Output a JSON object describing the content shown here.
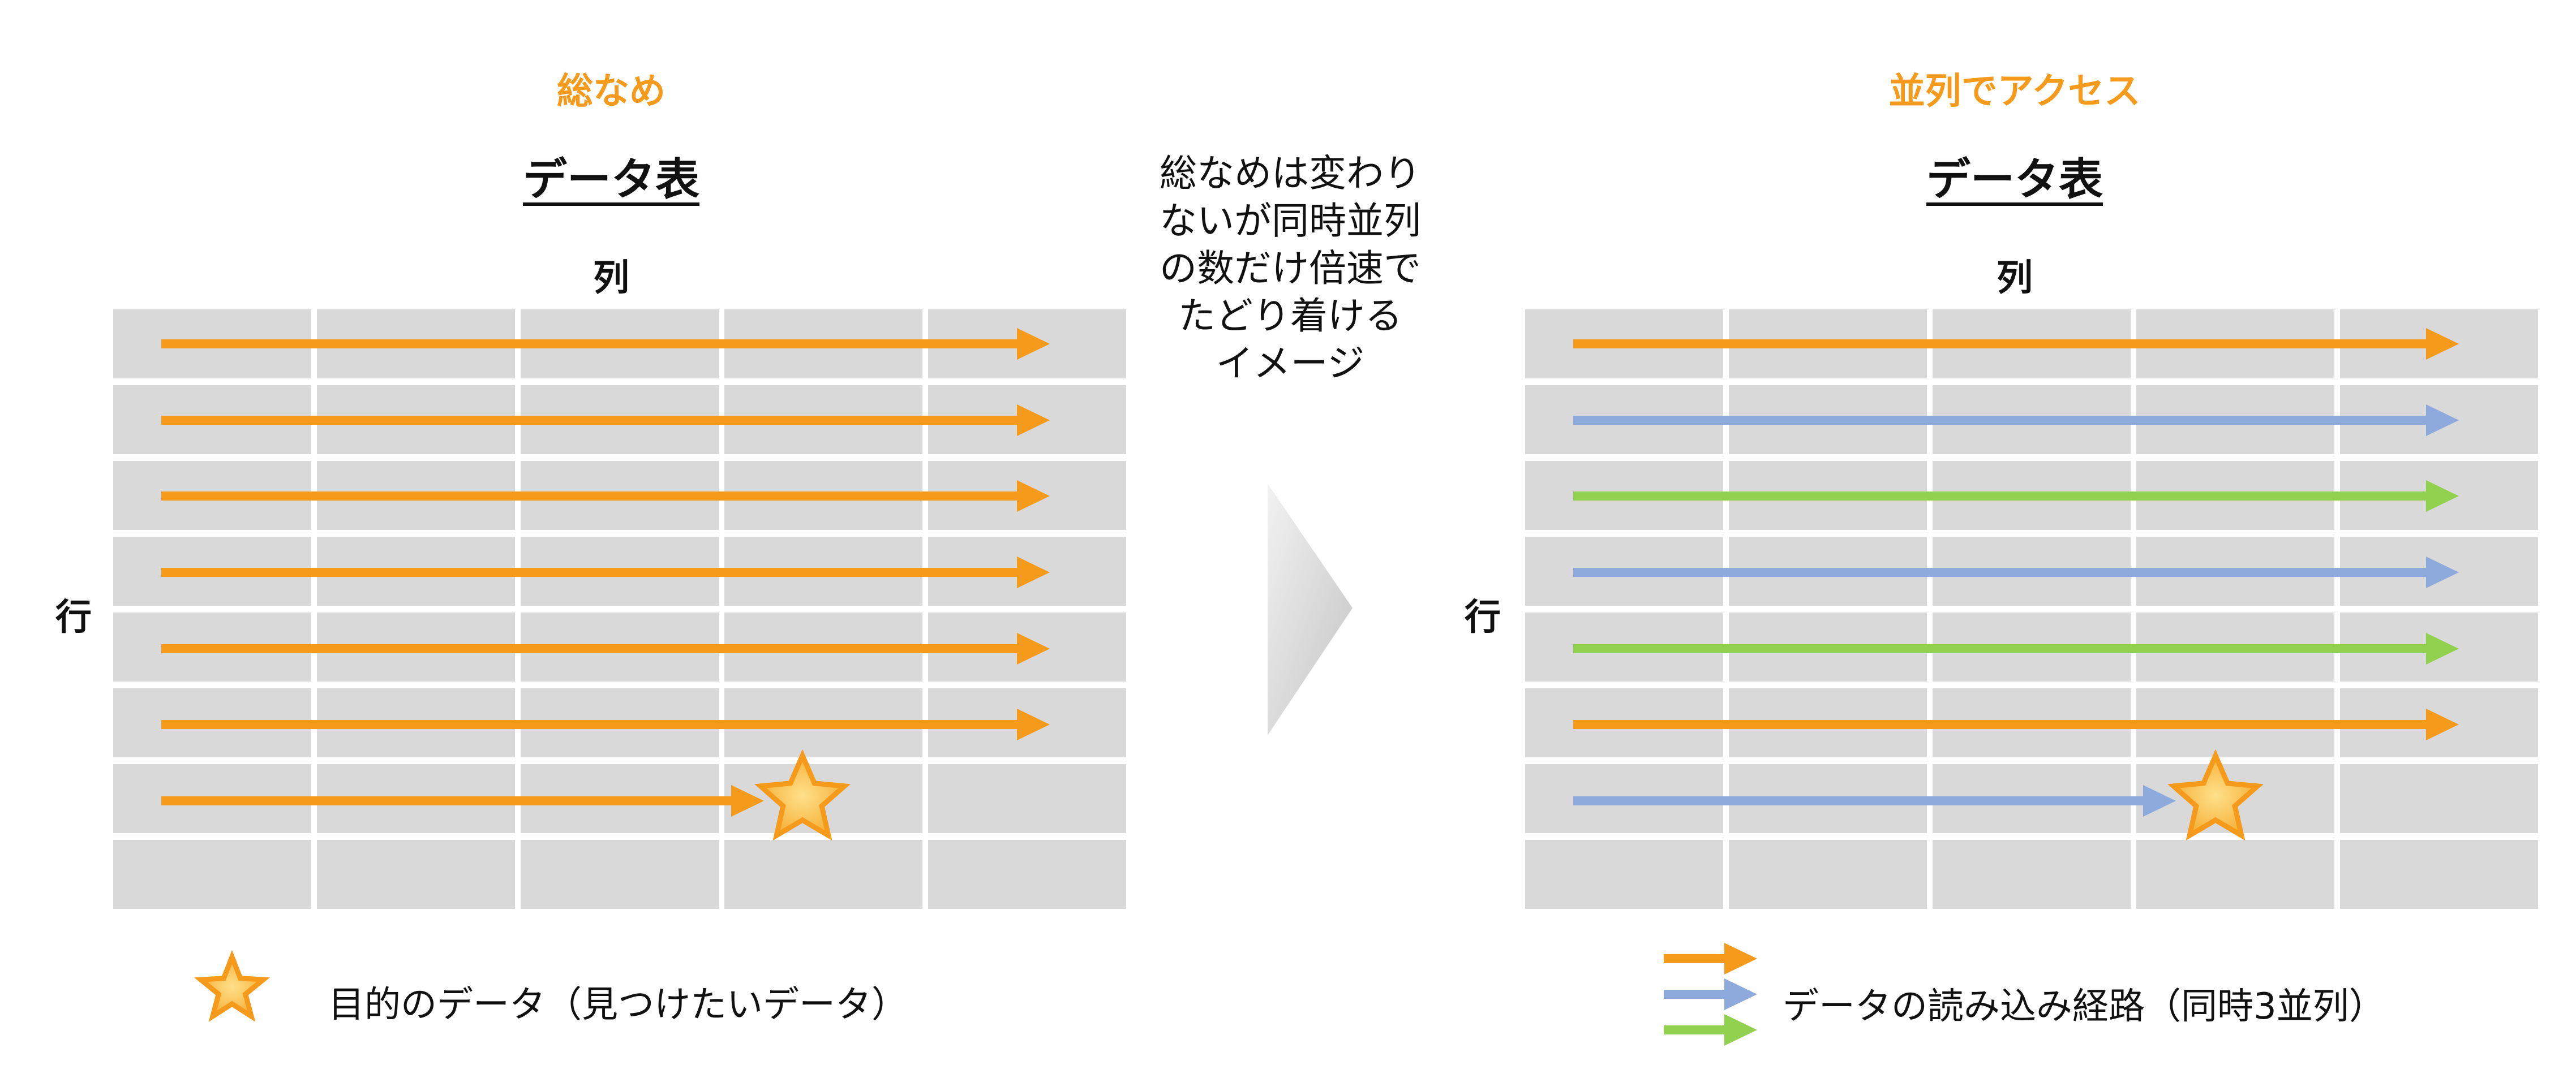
{
  "colors": {
    "orange": "#f59a1a",
    "blue": "#8ea9db",
    "green": "#92d050",
    "cell": "#d9d9d9"
  },
  "left_panel": {
    "heading": "総なめ",
    "table_title": "データ表",
    "column_label": "列",
    "row_label": "行",
    "row_arrow_colors": [
      "orange",
      "orange",
      "orange",
      "orange",
      "orange",
      "orange",
      "orange"
    ]
  },
  "right_panel": {
    "heading": "並列でアクセス",
    "table_title": "データ表",
    "column_label": "列",
    "row_label": "行",
    "row_arrow_colors": [
      "orange",
      "blue",
      "green",
      "blue",
      "green",
      "orange",
      "blue"
    ]
  },
  "middle": {
    "lines": [
      "総なめは変わり",
      "ないが同時並列",
      "の数だけ倍速で",
      "たどり着ける",
      "イメージ"
    ],
    "arrow_icon": "chevron-right-icon"
  },
  "legend_left": {
    "icon": "star-icon",
    "text": "目的のデータ（見つけたいデータ）"
  },
  "legend_right": {
    "icons": [
      "orange-arrow-icon",
      "blue-arrow-icon",
      "green-arrow-icon"
    ],
    "text": "データの読み込み経路（同時3並列）"
  }
}
